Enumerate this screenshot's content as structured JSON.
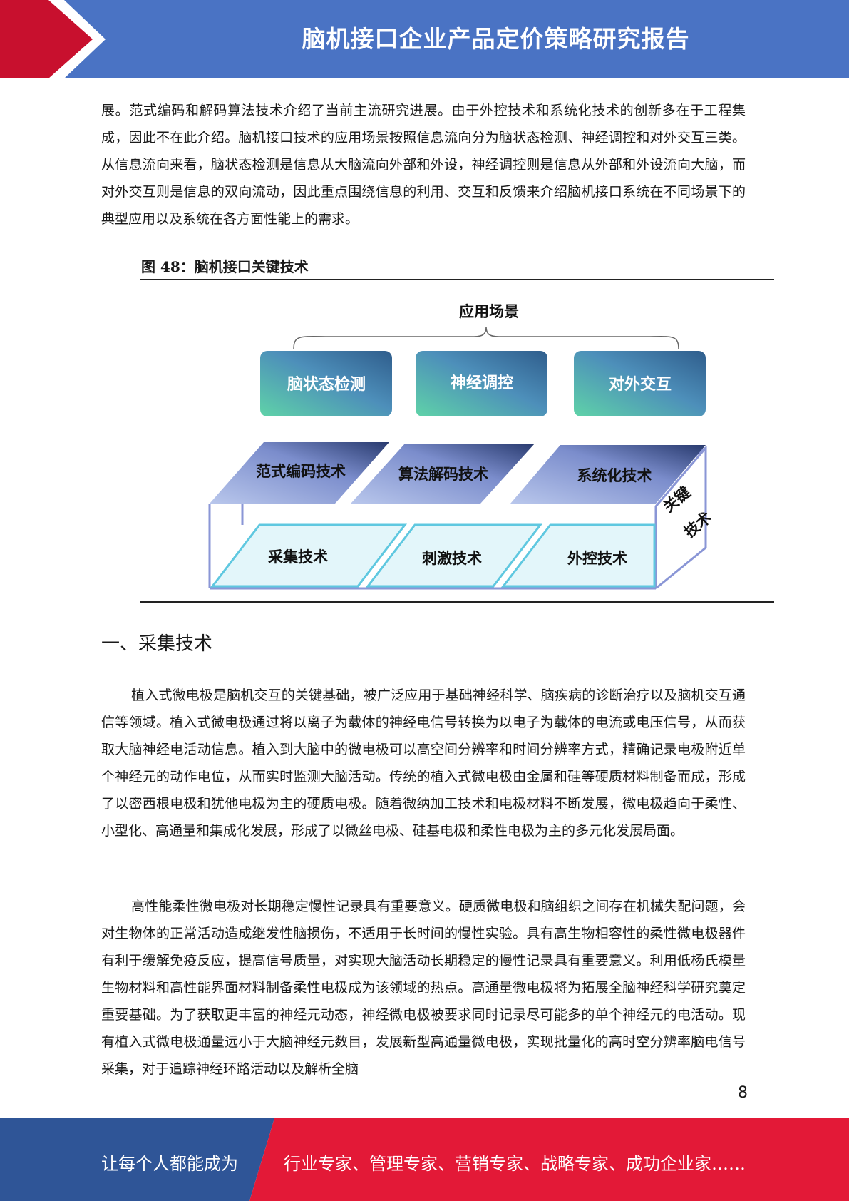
{
  "header": {
    "title": "脑机接口企业产品定价策略研究报告",
    "colors": {
      "band": "#4a73c4",
      "chevron_red": "#c8102e"
    }
  },
  "paragraphs": {
    "intro": "展。范式编码和解码算法技术介绍了当前主流研究进展。由于外控技术和系统化技术的创新多在于工程集成，因此不在此介绍。脑机接口技术的应用场景按照信息流向分为脑状态检测、神经调控和对外交互三类。从信息流向来看，脑状态检测是信息从大脑流向外部和外设，神经调控则是信息从外部和外设流向大脑，而对外交互则是信息的双向流动，因此重点围绕信息的利用、交互和反馈来介绍脑机接口系统在不同场景下的典型应用以及系统在各方面性能上的需求。",
    "p1": "植入式微电极是脑机交互的关键基础，被广泛应用于基础神经科学、脑疾病的诊断治疗以及脑机交互通信等领域。植入式微电极通过将以离子为载体的神经电信号转换为以电子为载体的电流或电压信号，从而获取大脑神经电活动信息。植入到大脑中的微电极可以高空间分辨率和时间分辨率方式，精确记录电极附近单个神经元的动作电位，从而实时监测大脑活动。传统的植入式微电极由金属和硅等硬质材料制备而成，形成了以密西根电极和犹他电极为主的硬质电极。随着微纳加工技术和电极材料不断发展，微电极趋向于柔性、小型化、高通量和集成化发展，形成了以微丝电极、硅基电极和柔性电极为主的多元化发展局面。",
    "p2": "高性能柔性微电极对长期稳定慢性记录具有重要意义。硬质微电极和脑组织之间存在机械失配问题，会对生物体的正常活动造成继发性脑损伤，不适用于长时间的慢性实验。具有高生物相容性的柔性微电极器件有利于缓解免疫反应，提高信号质量，对实现大脑活动长期稳定的慢性记录具有重要意义。利用低杨氏模量生物材料和高性能界面材料制备柔性电极成为该领域的热点。高通量微电极将为拓展全脑神经科学研究奠定重要基础。为了获取更丰富的神经元动态，神经微电极被要求同时记录尽可能多的单个神经元的电活动。现有植入式微电极通量远小于大脑神经元数目，发展新型高通量微电极，实现批量化的高时空分辨率脑电信号采集，对于追踪神经环路活动以及解析全脑"
  },
  "figure": {
    "caption": "图 48：脑机接口关键技术",
    "scenario_label": "应用场景",
    "scenarios": [
      "脑状态检测",
      "神经调控",
      "对外交互"
    ],
    "top_tech": [
      "范式编码技术",
      "算法解码技术",
      "系统化技术"
    ],
    "bottom_tech": [
      "采集技术",
      "刺激技术",
      "外控技术"
    ],
    "side_label_line1": "关键",
    "side_label_line2": "技术"
  },
  "section": {
    "heading": "一、采集技术"
  },
  "page_number": "8",
  "footer": {
    "left": "让每个人都能成为",
    "right": "行业专家、管理专家、营销专家、战略专家、成功企业家……",
    "colors": {
      "blue": "#2f5597",
      "red": "#e31937"
    }
  }
}
